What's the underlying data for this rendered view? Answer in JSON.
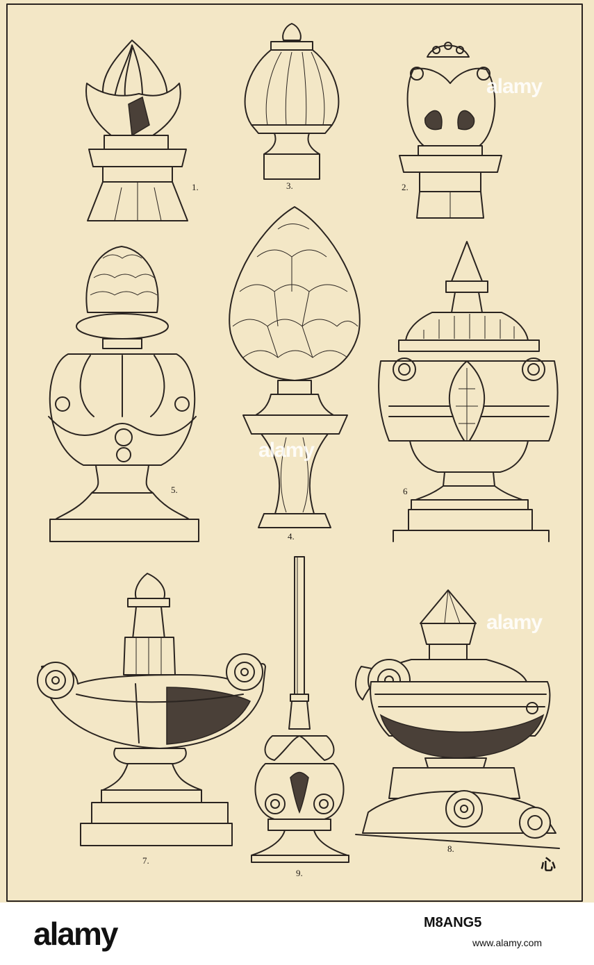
{
  "figure_labels": {
    "f1": "1.",
    "f2": "2.",
    "f3": "3.",
    "f4": "4.",
    "f5": "5.",
    "f6": "6",
    "f7": "7.",
    "f8": "8.",
    "f9": "9."
  },
  "monogram": "心",
  "watermarks": {
    "mark": "alamy"
  },
  "footer": {
    "brand": "alamy",
    "image_id": "M8ANG5",
    "site": "www.alamy.com"
  },
  "colors": {
    "paper": "#f3e7c6",
    "ink": "#2a2420",
    "footer_bg": "#ffffff"
  }
}
